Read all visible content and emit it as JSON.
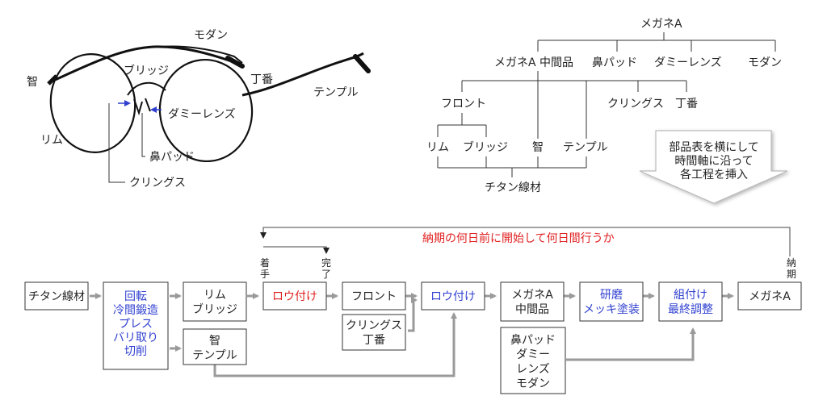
{
  "glasses": {
    "labels": {
      "moden": "モダン",
      "chi": "智",
      "bridge": "ブリッジ",
      "chouban": "丁番",
      "temple": "テンプル",
      "dummy": "ダミーレンズ",
      "rim": "リム",
      "nosepad": "鼻パッド",
      "clings": "クリングス"
    }
  },
  "bom": {
    "root": "メガネA",
    "level1": [
      "メガネA 中間品",
      "鼻パッド",
      "ダミーレンズ",
      "モダン"
    ],
    "level2_front": "フロント",
    "level2_clings": "クリングス",
    "level2_chouban": "丁番",
    "level3": [
      "リム",
      "ブリッジ",
      "智",
      "テンプル"
    ],
    "material": "チタン線材"
  },
  "callout": {
    "lines": [
      "部品表を横にして",
      "時間軸に沿って",
      "各工程を挿入"
    ]
  },
  "timeline": {
    "lead_time_text": "納期の何日前に開始して何日間行うか",
    "start_label": [
      "着",
      "手"
    ],
    "end_label": [
      "完",
      "了"
    ],
    "due_label": [
      "納",
      "期"
    ]
  },
  "process": {
    "material": "チタン線材",
    "forming": [
      "回転",
      "冷間鍛造",
      "プレス",
      "バリ取り",
      "切削"
    ],
    "rim_bridge": [
      "リム",
      "ブリッジ"
    ],
    "chi_temple": [
      "智",
      "テンプル"
    ],
    "brazing1": "ロウ付け",
    "front": "フロント",
    "clings_chouban": [
      "クリングス",
      "丁番"
    ],
    "brazing2": "ロウ付け",
    "intermediate": [
      "メガネA",
      "中間品"
    ],
    "parts": [
      "鼻パッド",
      "ダミー",
      "レンズ",
      "モダン"
    ],
    "polish": [
      "研磨",
      "メッキ塗装"
    ],
    "assembly": [
      "組付け",
      "最終調整"
    ],
    "final": "メガネA"
  },
  "colors": {
    "red": "#e02020",
    "blue": "#2f3fd0",
    "arrow": "#9a9a9a"
  }
}
